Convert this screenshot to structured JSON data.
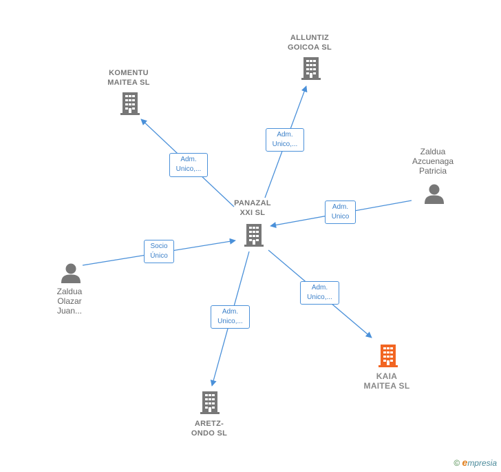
{
  "nodes": {
    "panazal": {
      "label": "PANAZAL\nXXI SL"
    },
    "komentu": {
      "label": "KOMENTU\nMAITEA  SL"
    },
    "alluntiz": {
      "label": "ALLUNTIZ\nGOICOA SL"
    },
    "zaldua_patricia": {
      "label": "Zaldua\nAzcuenaga\nPatricia"
    },
    "zaldua_juan": {
      "label": "Zaldua\nOlazar\nJuan..."
    },
    "aretz": {
      "label": "ARETZ-\nONDO SL"
    },
    "kaia": {
      "label": "KAIA\nMAITEA  SL"
    }
  },
  "edges": {
    "to_komentu": {
      "label": "Adm.\nUnico,..."
    },
    "to_alluntiz": {
      "label": "Adm.\nUnico,..."
    },
    "from_patricia": {
      "label": "Adm.\nUnico"
    },
    "from_juan": {
      "label": "Socio\nÚnico"
    },
    "to_aretz": {
      "label": "Adm.\nUnico,..."
    },
    "to_kaia": {
      "label": "Adm.\nUnico,..."
    }
  },
  "colors": {
    "edge": "#4a90d9",
    "company_icon": "#777777",
    "highlight_icon": "#f26522",
    "person_icon": "#777777"
  },
  "footer": {
    "copyright": "©",
    "brand_initial": "e",
    "brand_rest": "mpresia"
  }
}
